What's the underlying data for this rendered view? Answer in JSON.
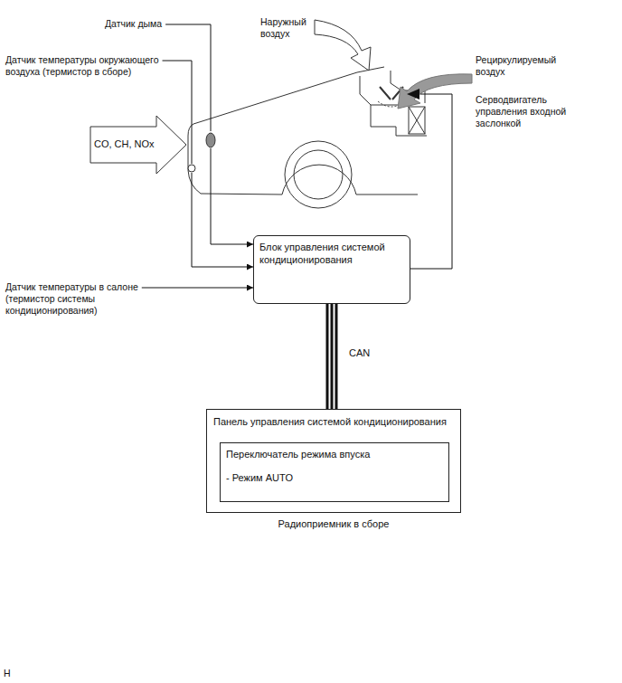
{
  "diagram": {
    "nodes": [
      {
        "text": [
          "Блок управления системой кондиционирования"
        ]
      },
      {
        "text": [
          "Панель управления системой кондиционирования",
          "Радиоприемник в сборе"
        ]
      },
      {
        "text": [
          "Переключатель режима впуска",
          "- Режим AUTO"
        ],
        "in": 1
      }
    ],
    "edges": [
      {
        "from": 0,
        "to": 1,
        "arrow": "none",
        "label": "CAN"
      }
    ],
    "labels": [
      "Датчик дыма",
      "Наружный воздух",
      "Датчик температуры окружающего воздуха (термистор в сборе)",
      "Рециркулируемый воздух",
      "Серводвигатель управления входной заслонкой",
      "CO, CH, NOx",
      "Датчик температуры в салоне (термистор системы кондиционирования)",
      "H"
    ]
  }
}
